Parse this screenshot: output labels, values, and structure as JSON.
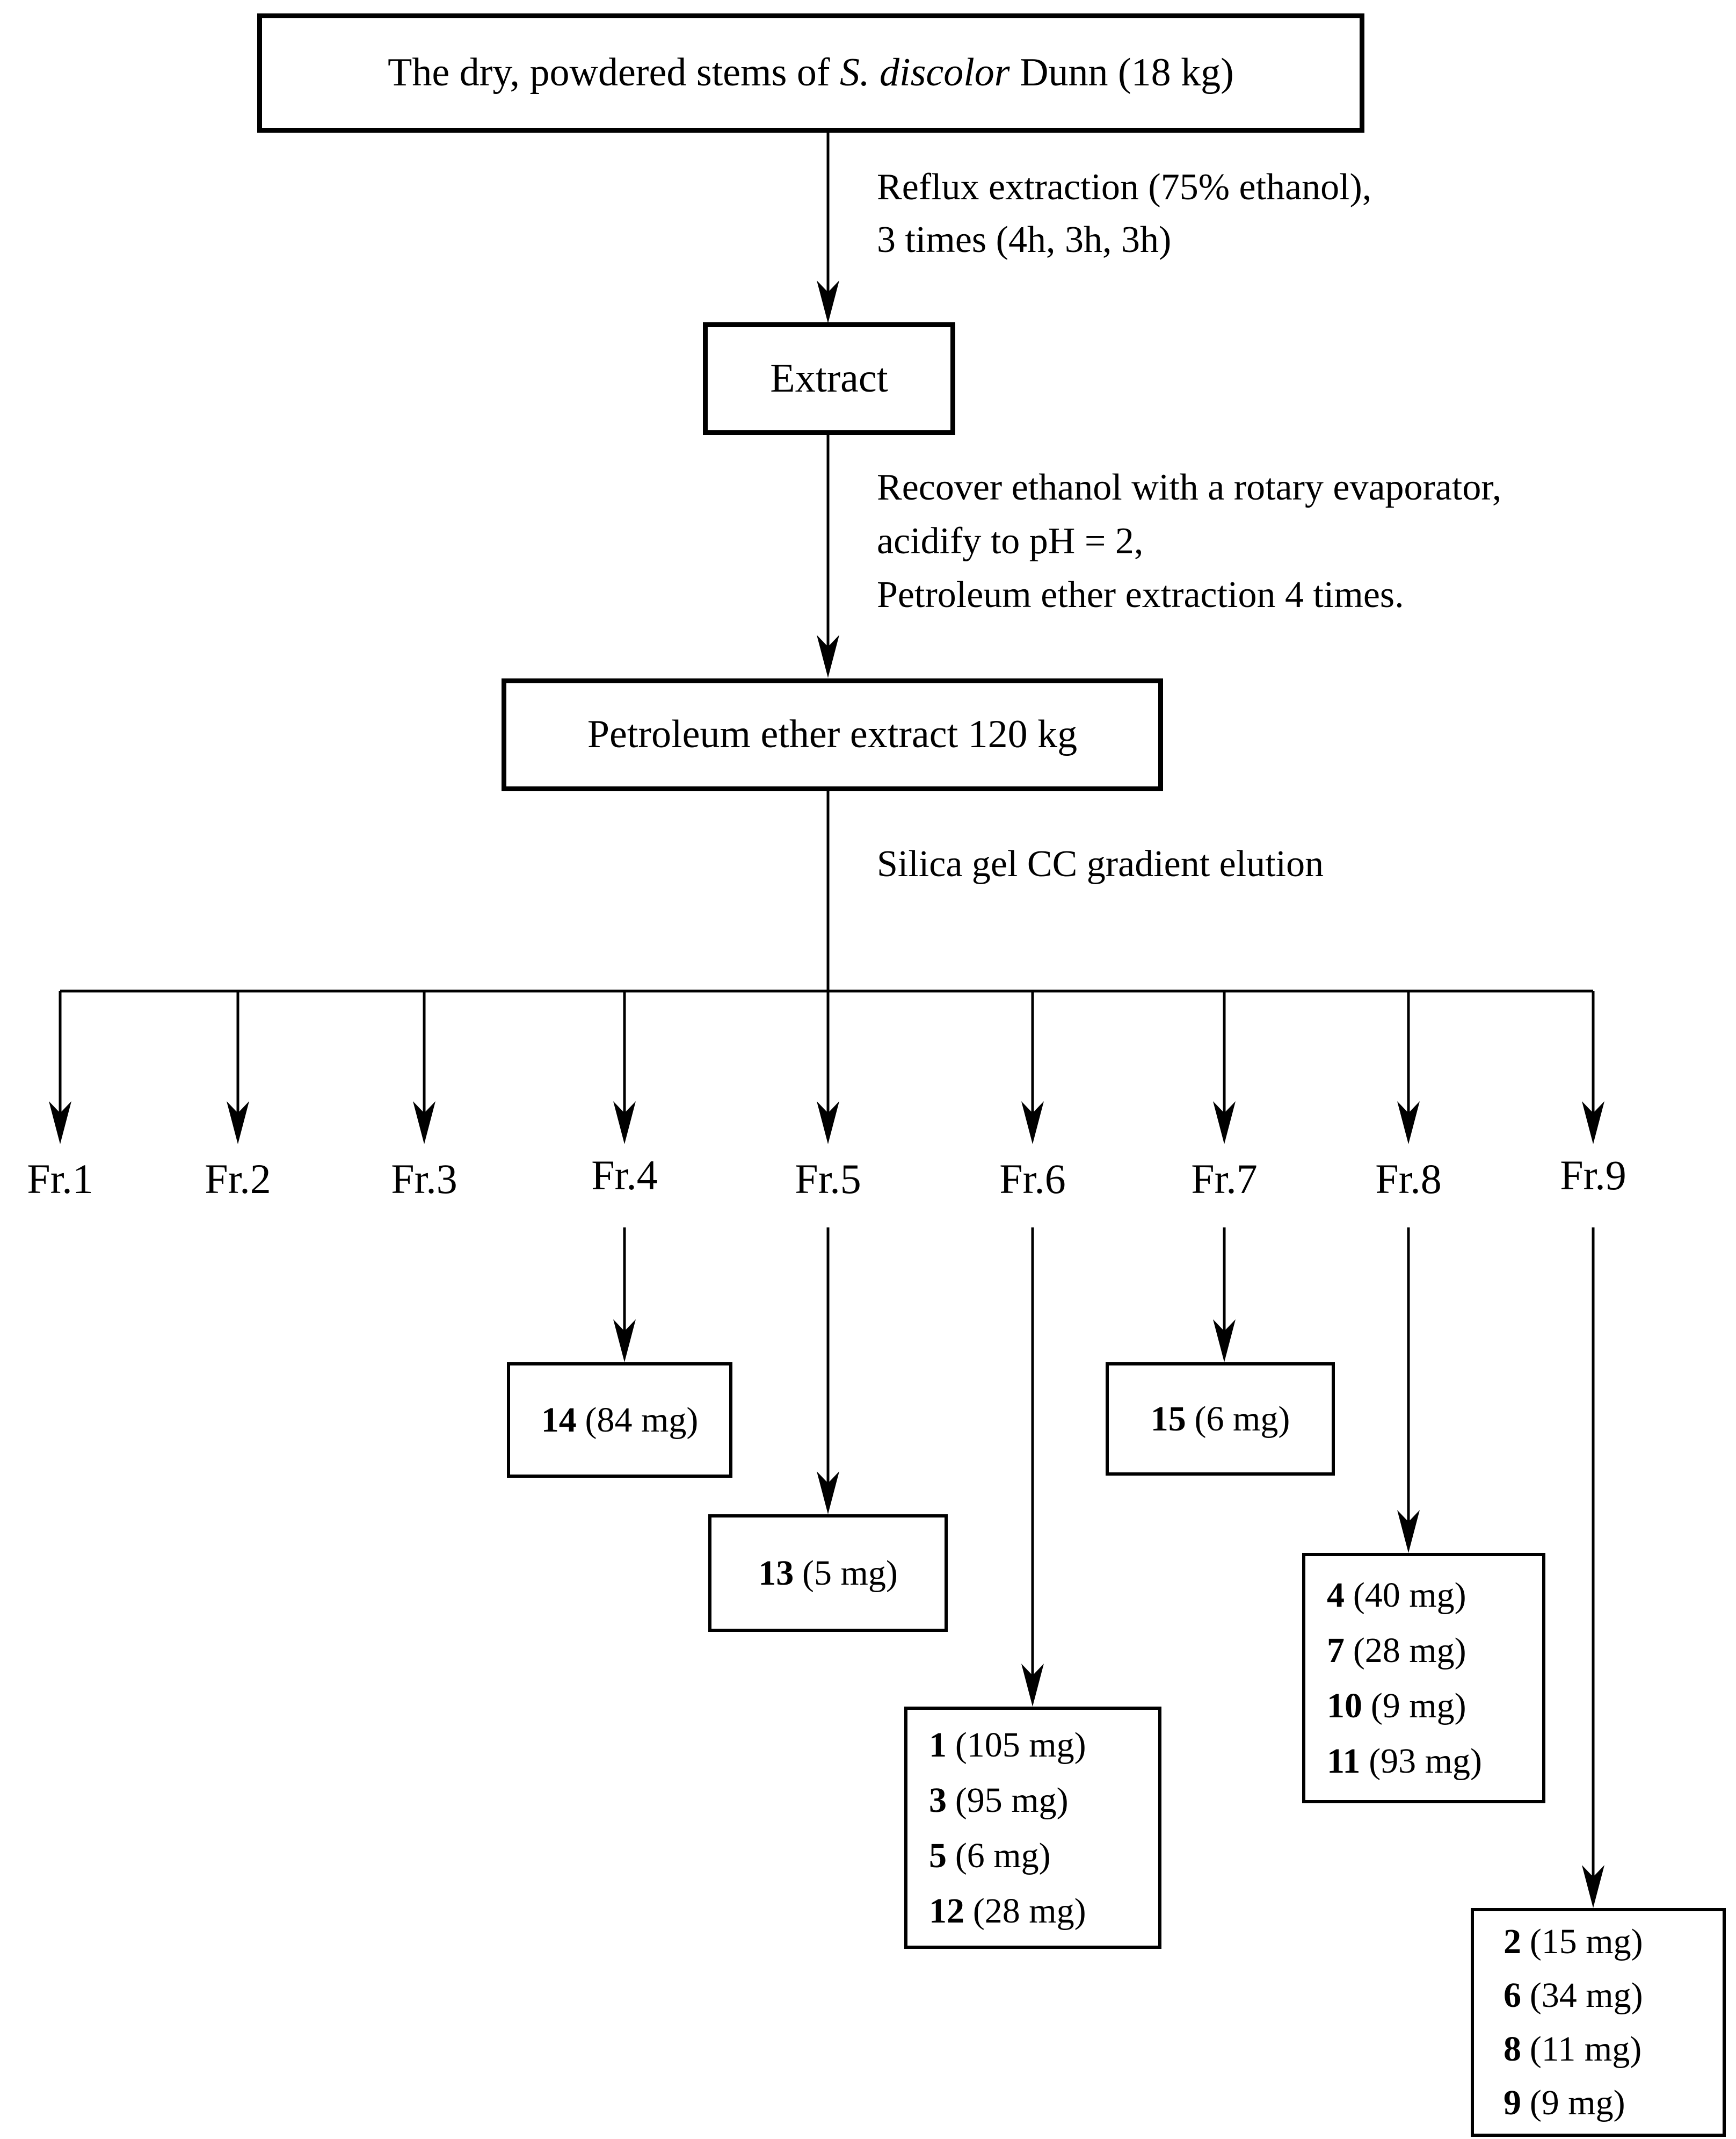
{
  "diagram": {
    "title_note": "Extraction and isolation flowchart",
    "colors": {
      "line": "#000000",
      "background": "#ffffff",
      "text": "#000000"
    },
    "source_box": {
      "prefix": "The dry, powdered stems of ",
      "italic": "S. discolor",
      "suffix": " Dunn (18 kg)"
    },
    "step1": {
      "lines": [
        "Reflux extraction (75% ethanol),",
        "3 times (4h, 3h, 3h)"
      ]
    },
    "extract_box": {
      "label": "Extract"
    },
    "step2": {
      "lines": [
        "Recover ethanol with a rotary evaporator,",
        "acidify to pH = 2,",
        "Petroleum ether extraction 4 times."
      ]
    },
    "petroleum_box": {
      "label": "Petroleum ether extract 120 kg"
    },
    "step3": {
      "label": "Silica gel CC gradient elution"
    },
    "fractions": [
      {
        "label": "Fr.1"
      },
      {
        "label": "Fr.2"
      },
      {
        "label": "Fr.3"
      },
      {
        "label": "Fr.4"
      },
      {
        "label": "Fr.5"
      },
      {
        "label": "Fr.6"
      },
      {
        "label": "Fr.7"
      },
      {
        "label": "Fr.8"
      },
      {
        "label": "Fr.9"
      }
    ],
    "compound_boxes": {
      "fr4": {
        "items": [
          {
            "num": "14",
            "amount": "(84 mg)"
          }
        ]
      },
      "fr5": {
        "items": [
          {
            "num": "13",
            "amount": "(5 mg)"
          }
        ]
      },
      "fr6": {
        "items": [
          {
            "num": "1",
            "amount": "(105 mg)"
          },
          {
            "num": "3",
            "amount": "(95 mg)"
          },
          {
            "num": "5",
            "amount": "(6 mg)"
          },
          {
            "num": "12",
            "amount": "(28 mg)"
          }
        ]
      },
      "fr7": {
        "items": [
          {
            "num": "15",
            "amount": "(6 mg)"
          }
        ]
      },
      "fr8": {
        "items": [
          {
            "num": "4",
            "amount": "(40 mg)"
          },
          {
            "num": "7",
            "amount": "(28 mg)"
          },
          {
            "num": "10",
            "amount": "(9 mg)"
          },
          {
            "num": "11",
            "amount": "(93 mg)"
          }
        ]
      },
      "fr9": {
        "items": [
          {
            "num": "2",
            "amount": "(15 mg)"
          },
          {
            "num": "6",
            "amount": "(34 mg)"
          },
          {
            "num": "8",
            "amount": "(11 mg)"
          },
          {
            "num": "9",
            "amount": "(9 mg)"
          }
        ]
      }
    }
  }
}
